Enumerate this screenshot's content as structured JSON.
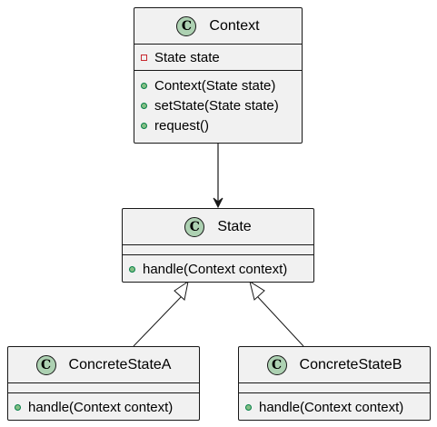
{
  "classes": {
    "context": {
      "name": "Context",
      "icon_letter": "C",
      "attributes": [
        {
          "visibility": "private",
          "text": "State state"
        }
      ],
      "methods": [
        {
          "visibility": "public",
          "text": "Context(State state)"
        },
        {
          "visibility": "public",
          "text": "setState(State state)"
        },
        {
          "visibility": "public",
          "text": "request()"
        }
      ]
    },
    "state": {
      "name": "State",
      "icon_letter": "C",
      "attributes": [],
      "methods": [
        {
          "visibility": "public",
          "text": "handle(Context context)"
        }
      ]
    },
    "concrete_a": {
      "name": "ConcreteStateA",
      "icon_letter": "C",
      "attributes": [],
      "methods": [
        {
          "visibility": "public",
          "text": "handle(Context context)"
        }
      ]
    },
    "concrete_b": {
      "name": "ConcreteStateB",
      "icon_letter": "C",
      "attributes": [],
      "methods": [
        {
          "visibility": "public",
          "text": "handle(Context context)"
        }
      ]
    }
  },
  "relations": [
    {
      "from": "context",
      "to": "state",
      "type": "association"
    },
    {
      "from": "concrete_a",
      "to": "state",
      "type": "inheritance"
    },
    {
      "from": "concrete_b",
      "to": "state",
      "type": "inheritance"
    }
  ],
  "colors": {
    "box_fill": "#f1f1f1",
    "border": "#181818",
    "class_icon": "#add1b2",
    "private_marker": "#c82930",
    "public_marker": "#84be84"
  }
}
